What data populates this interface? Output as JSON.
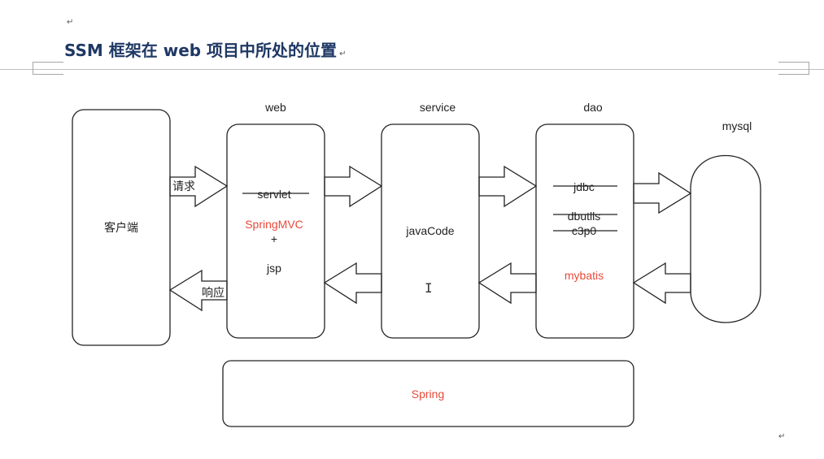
{
  "document": {
    "heading": "SSM 框架在 web 项目中所处的位置",
    "paragraph_mark": "↵"
  },
  "diagram": {
    "client": {
      "label": "客户端"
    },
    "web": {
      "title": "web",
      "servlet": "servlet",
      "springmvc": "SpringMVC",
      "plus": "+",
      "jsp": "jsp"
    },
    "service": {
      "title": "service",
      "javacode": "javaCode"
    },
    "dao": {
      "title": "dao",
      "jdbc": "jdbc",
      "dbutils": "dbutlls",
      "c3p0": "c3p0",
      "mybatis": "mybatis"
    },
    "mysql": {
      "title": "mysql"
    },
    "spring": {
      "label": "Spring"
    },
    "arrows": {
      "request": "请求",
      "response": "响应"
    }
  },
  "colors": {
    "heading": "#1f3864",
    "highlight": "#e8493a",
    "stroke": "#222222"
  }
}
